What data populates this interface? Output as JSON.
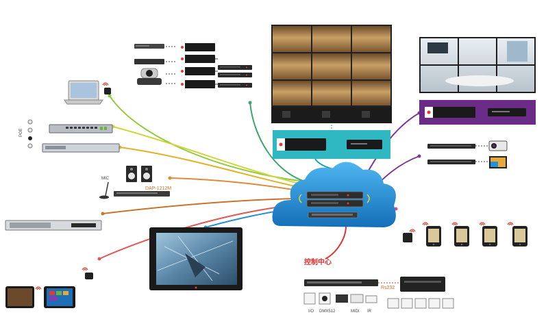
{
  "labels": {
    "mic": "MIC",
    "dap": "DAP-1212M",
    "control_center": "控制中心",
    "rs232": "Rs232",
    "poe": "POE",
    "io": "I/O",
    "dmx": "DMX512",
    "midi": "MIDI",
    "ir": "IR"
  },
  "colors": {
    "cloud": "#1f8fd6",
    "teal_panel": "#2fb8c2",
    "purple_panel": "#6a2c86",
    "brand_red": "#e23a2e",
    "accent_orange": "#c8742a",
    "control_red": "#e03030"
  },
  "icons": [
    "cloud-icon",
    "switch-icon",
    "rack-server-icon",
    "camera-icon",
    "laptop-icon",
    "tablet-icon",
    "speaker-icon",
    "microphone-icon",
    "monitor-icon",
    "projector-icon",
    "wifi-icon",
    "video-wall-icon",
    "decoder-icon"
  ]
}
